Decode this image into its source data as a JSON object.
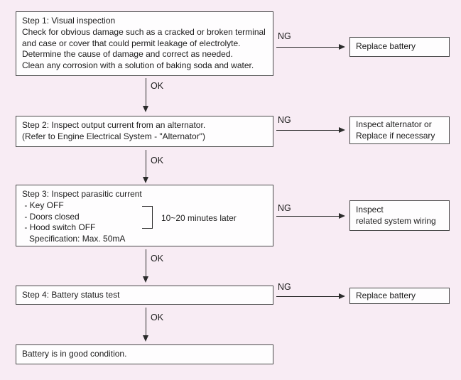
{
  "colors": {
    "background": "#f8ecf4",
    "box_fill": "#fefdfe",
    "box_border": "#4a4a4a",
    "arrow": "#2b2b2b",
    "text": "#1c1c1c"
  },
  "flowchart": {
    "ok_label": "OK",
    "ng_label": "NG",
    "steps": [
      {
        "lines": [
          "Step 1: Visual inspection",
          "Check for obvious damage such as a cracked or broken terminal",
          "and case or cover that could permit leakage of electrolyte.",
          "Determine the cause of damage and correct as needed.",
          "Clean any corrosion with a solution of baking soda and water."
        ]
      },
      {
        "lines": [
          "Step 2: Inspect output current from an alternator.",
          "(Refer to Engine Electrical System - \"Alternator\")"
        ]
      },
      {
        "lines": [
          "Step 3: Inspect parasitic current",
          " - Key OFF",
          " - Doors closed",
          " - Hood switch OFF",
          "   Specification: Max. 50mA"
        ]
      },
      {
        "lines": [
          "Step 4: Battery status test"
        ]
      },
      {
        "lines": [
          "Battery is in good condition."
        ]
      }
    ],
    "step3_note": "10~20 minutes later",
    "ng_outcomes": [
      {
        "lines": [
          "Replace battery"
        ]
      },
      {
        "lines": [
          "Inspect alternator or",
          "Replace if necessary"
        ]
      },
      {
        "lines": [
          "Inspect",
          "related system wiring"
        ]
      },
      {
        "lines": [
          "Replace battery"
        ]
      }
    ]
  }
}
